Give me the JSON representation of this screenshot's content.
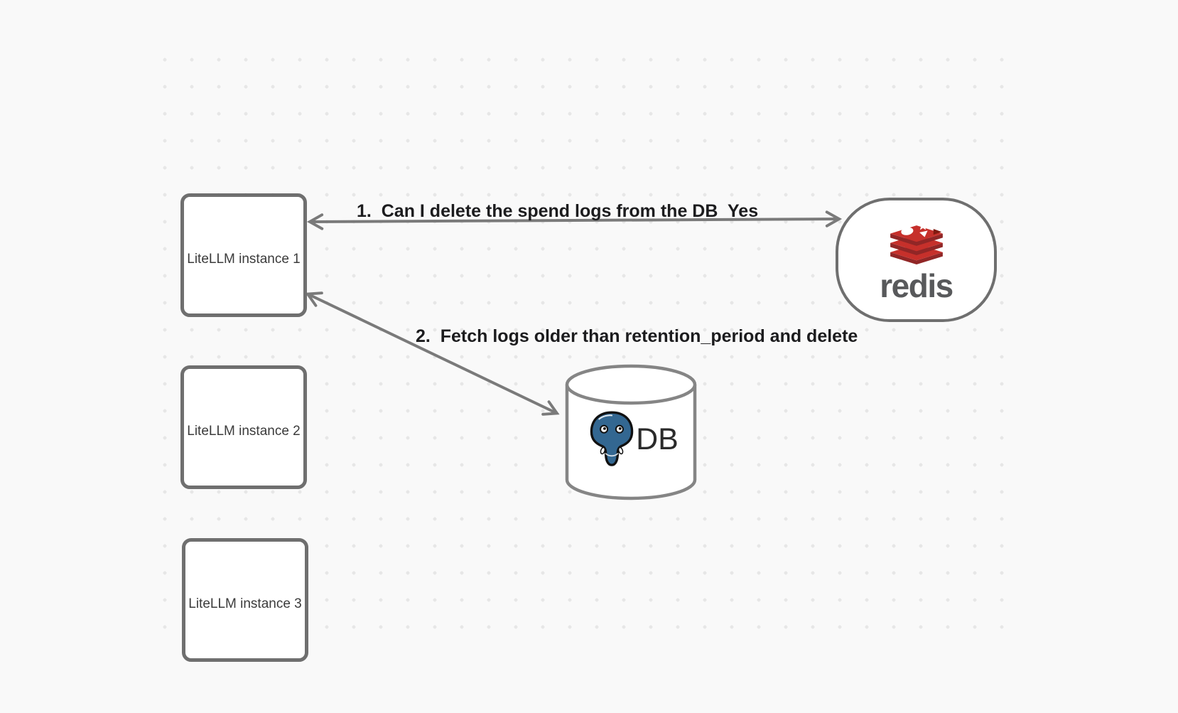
{
  "diagram": {
    "nodes": {
      "instances": [
        {
          "label": "LiteLLM instance 1"
        },
        {
          "label": "LiteLLM instance 2"
        },
        {
          "label": "LiteLLM instance 3"
        }
      ],
      "redis": {
        "wordmark": "redis"
      },
      "db": {
        "label": "DB"
      }
    },
    "arrows": {
      "redis_flow": {
        "from": "LiteLLM instance 1",
        "to": "redis",
        "double_headed": true,
        "step_label": "1.  Can I delete the spend logs from the DB",
        "reply_label": "Yes"
      },
      "db_flow": {
        "from": "LiteLLM instance 1",
        "to": "DB",
        "double_headed": true,
        "step_label": "2.  Fetch logs older than retention_period and delete"
      }
    },
    "colors": {
      "background": "#f9f9f9",
      "grid_dot": "#e7e7e7",
      "shape_stroke": "#6f6f6f",
      "arrow_stroke": "#7a7a7a",
      "label_text": "#1c1c1e",
      "redis_red": "#c6302b",
      "redis_dark_red": "#912626",
      "redis_wordmark_gray": "#58595b",
      "postgres_blue": "#336791"
    }
  }
}
